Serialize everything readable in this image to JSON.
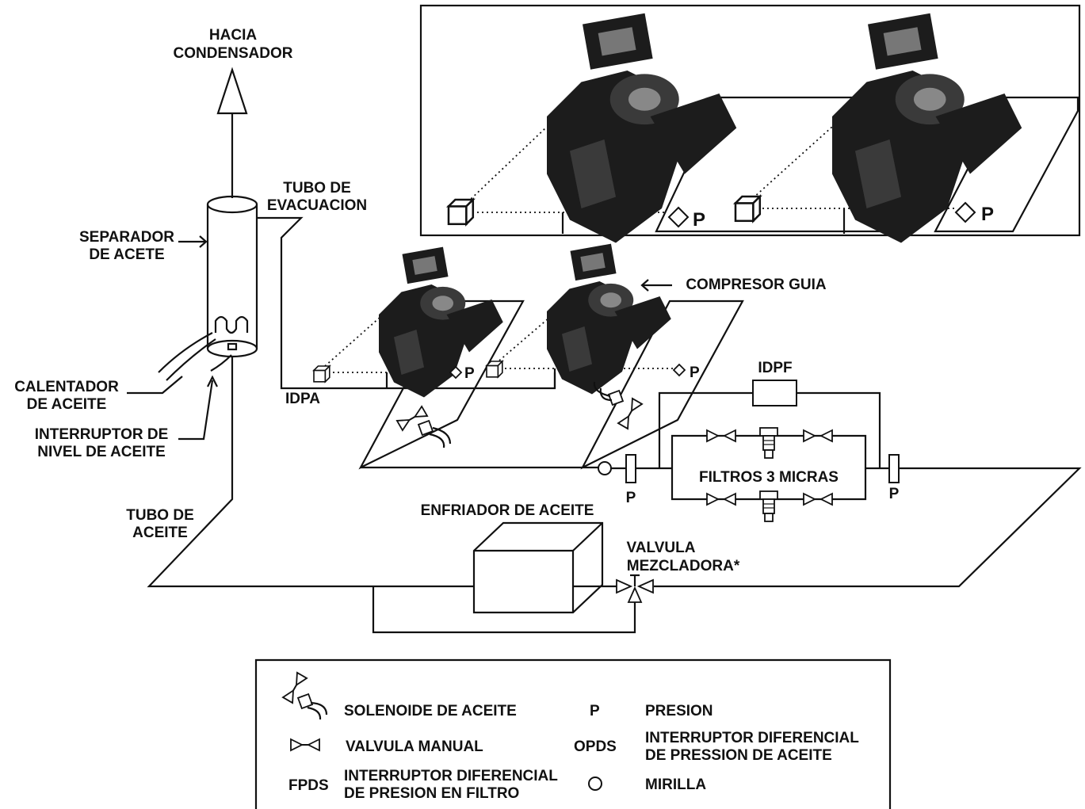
{
  "labels": {
    "hacia_condensador": [
      "HACIA",
      "CONDENSADOR"
    ],
    "tubo_evacuacion": [
      "TUBO DE",
      "EVACUACION"
    ],
    "separador_aceite": [
      "SEPARADOR",
      "DE ACETE"
    ],
    "calentador_aceite": [
      "CALENTADOR",
      "DE ACEITE"
    ],
    "interruptor_nivel": [
      "INTERRUPTOR DE",
      "NIVEL DE ACEITE"
    ],
    "tubo_aceite": [
      "TUBO DE",
      "ACEITE"
    ],
    "idpa": "IDPA",
    "compresor_guia": "COMPRESOR GUIA",
    "idpf": "IDPF",
    "filtros": "FILTROS 3 MICRAS",
    "enfriador": "ENFRIADOR DE ACEITE",
    "valvula_mezcladora": [
      "VALVULA",
      "MEZCLADORA*"
    ],
    "p": "P"
  },
  "legend": {
    "solenoide": "SOLENOIDE DE ACEITE",
    "valvula_manual": "VALVULA MANUAL",
    "fpds": "FPDS",
    "fpds_desc": [
      "INTERRUPTOR DIFERENCIAL",
      "DE PRESION EN FILTRO"
    ],
    "p": "P",
    "presion": "PRESION",
    "opds": "OPDS",
    "opds_desc": [
      "INTERRUPTOR DIFERENCIAL",
      "DE PRESSION DE ACEITE"
    ],
    "mirilla": "MIRILLA"
  }
}
